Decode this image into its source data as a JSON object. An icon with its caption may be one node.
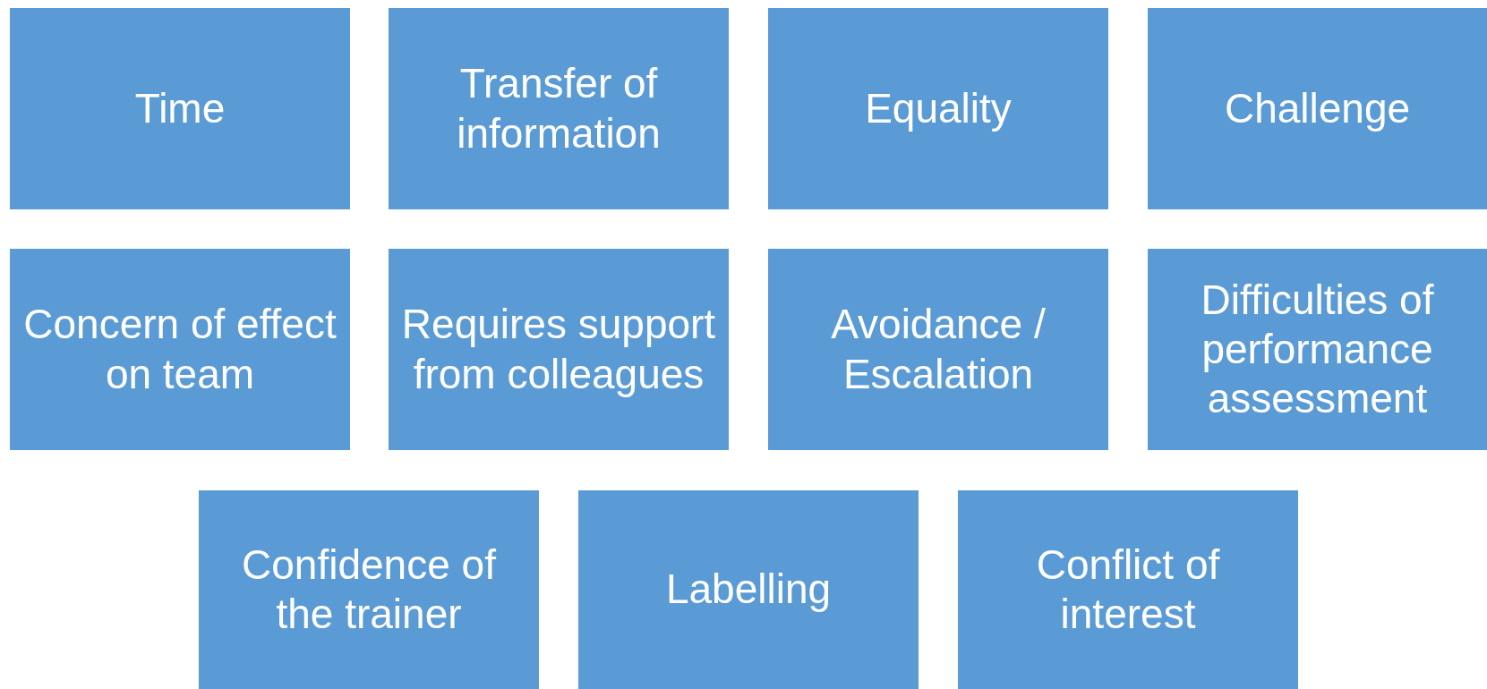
{
  "diagram": {
    "nodes": [
      {
        "text": [
          "Time"
        ]
      },
      {
        "text": [
          "Transfer of information"
        ]
      },
      {
        "text": [
          "Equality"
        ]
      },
      {
        "text": [
          "Challenge"
        ]
      },
      {
        "text": [
          "Concern of effect on team"
        ]
      },
      {
        "text": [
          "Requires support from colleagues"
        ]
      },
      {
        "text": [
          "Avoidance / Escalation"
        ]
      },
      {
        "text": [
          "Difficulties of performance assessment"
        ]
      },
      {
        "text": [
          "Confidence of the trainer"
        ]
      },
      {
        "text": [
          "Labelling"
        ]
      },
      {
        "text": [
          "Conflict of interest"
        ]
      }
    ]
  }
}
